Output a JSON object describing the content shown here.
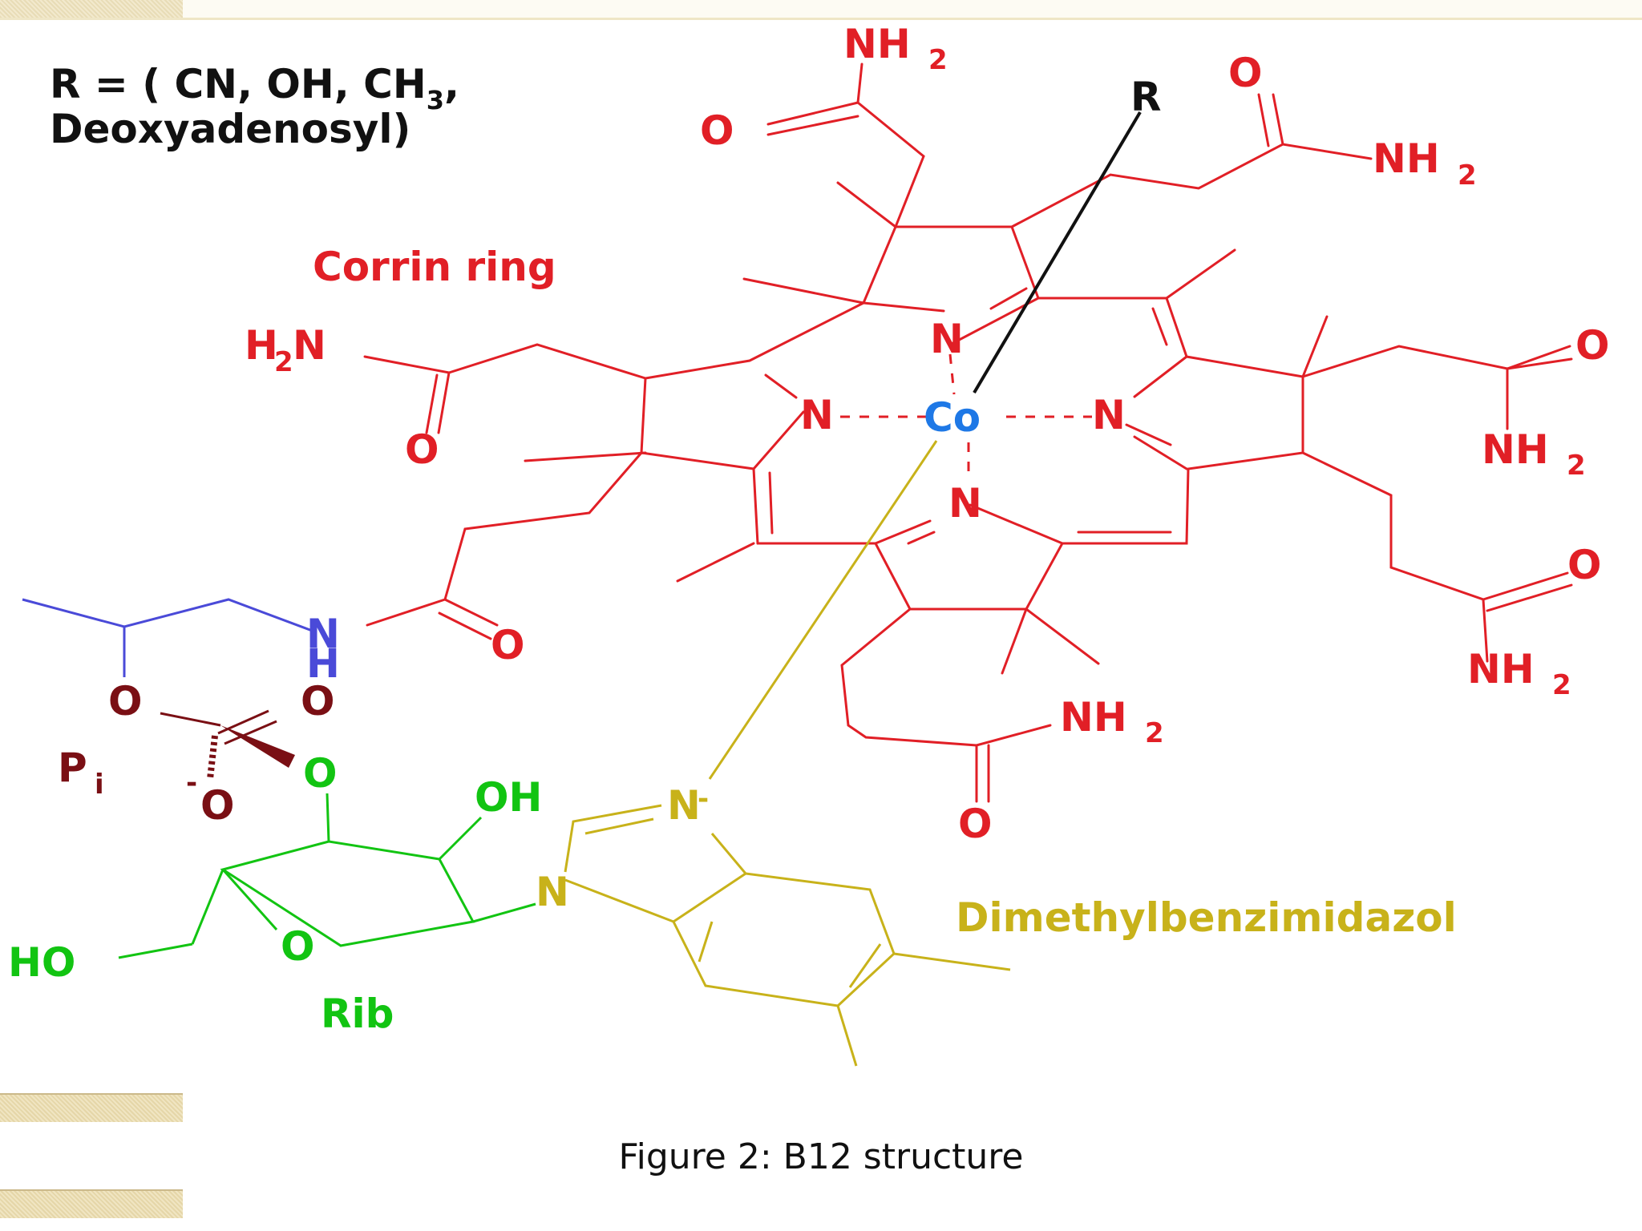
{
  "legend": {
    "r_line1": "R = ( CN, OH, CH",
    "r_sub": "3",
    "r_comma": ",",
    "r_line2": "Deoxyadenosyl)"
  },
  "labels": {
    "corrin": "Corrin ring",
    "dmb": "Dimethylbenzimidazol",
    "rib": "Rib",
    "pi": "P",
    "pi_sub": "i"
  },
  "atoms": {
    "co": "Co",
    "n": "N",
    "r": "R",
    "o": "O",
    "nh": "NH",
    "h2n": "H",
    "two": "2",
    "oh": "OH",
    "ho": "HO",
    "nh_h": "H",
    "n_minus": "N",
    "minus": "-"
  },
  "caption": "Figure 2: B12 structure",
  "colors": {
    "corrin": "#e11f26",
    "cobalt": "#1e78e6",
    "r_bond": "#111111",
    "linker": "#4a4ad8",
    "phosphate": "#7a0f14",
    "ribose": "#12c412",
    "dmb": "#c8b21a"
  }
}
